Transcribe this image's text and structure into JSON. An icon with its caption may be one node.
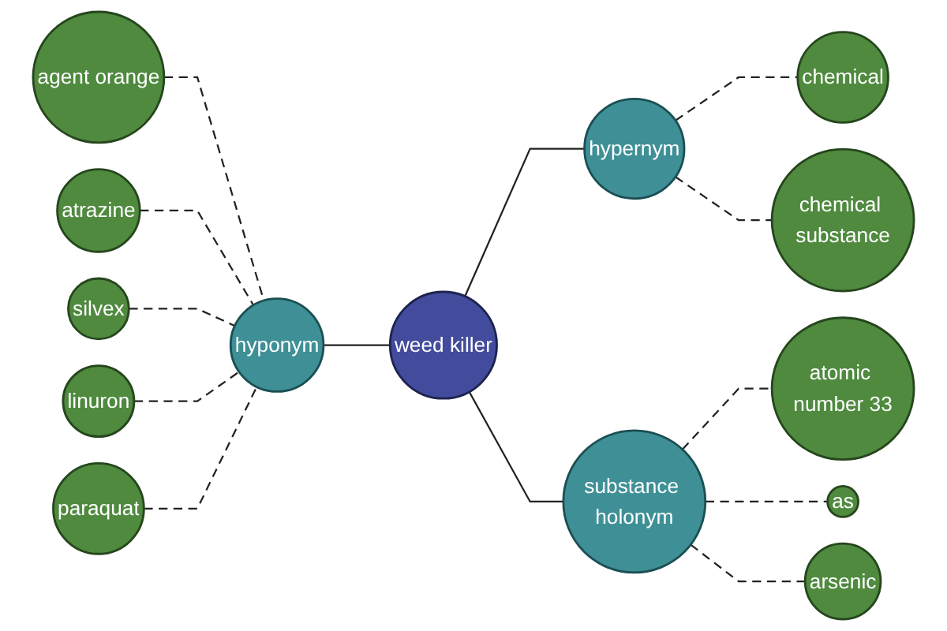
{
  "diagram": {
    "nodes": [
      {
        "text": [
          "weed killer"
        ]
      },
      {
        "text": [
          "hyponym"
        ]
      },
      {
        "text": [
          "agent orange"
        ]
      },
      {
        "text": [
          "atrazine"
        ]
      },
      {
        "text": [
          "silvex"
        ]
      },
      {
        "text": [
          "linuron"
        ]
      },
      {
        "text": [
          "paraquat"
        ]
      },
      {
        "text": [
          "hypernym"
        ]
      },
      {
        "text": [
          "chemical"
        ]
      },
      {
        "text": [
          "chemical substance"
        ]
      },
      {
        "text": [
          "substance holonym"
        ]
      },
      {
        "text": [
          "atomic number 33"
        ]
      },
      {
        "text": [
          "as"
        ]
      },
      {
        "text": [
          "arsenic"
        ]
      }
    ],
    "edges": [
      {
        "from": 1,
        "to": 0,
        "arrow": "none"
      },
      {
        "from": 0,
        "to": 7,
        "arrow": "none"
      },
      {
        "from": 0,
        "to": 10,
        "arrow": "none"
      },
      {
        "from": 2,
        "to": 1,
        "arrow": "none",
        "style": "dashed"
      },
      {
        "from": 3,
        "to": 1,
        "arrow": "none",
        "style": "dashed"
      },
      {
        "from": 4,
        "to": 1,
        "arrow": "none",
        "style": "dashed"
      },
      {
        "from": 5,
        "to": 1,
        "arrow": "none",
        "style": "dashed"
      },
      {
        "from": 6,
        "to": 1,
        "arrow": "none",
        "style": "dashed"
      },
      {
        "from": 7,
        "to": 8,
        "arrow": "none",
        "style": "dashed"
      },
      {
        "from": 7,
        "to": 9,
        "arrow": "none",
        "style": "dashed"
      },
      {
        "from": 10,
        "to": 11,
        "arrow": "none",
        "style": "dashed"
      },
      {
        "from": 10,
        "to": 12,
        "arrow": "none",
        "style": "dashed"
      },
      {
        "from": 10,
        "to": 13,
        "arrow": "none",
        "style": "dashed"
      }
    ]
  }
}
